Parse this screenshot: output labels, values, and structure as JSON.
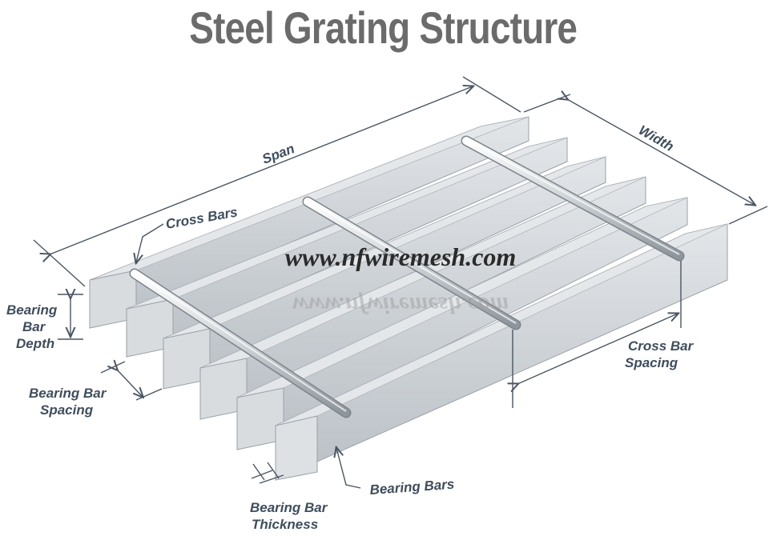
{
  "title": "Steel Grating Structure",
  "labels": {
    "span": "Span",
    "width": "Width",
    "cross_bars": "Cross Bars",
    "bearing_bar_depth_1": "Bearing",
    "bearing_bar_depth_2": "Bar",
    "bearing_bar_depth_3": "Depth",
    "bearing_bar_spacing_1": "Bearing Bar",
    "bearing_bar_spacing_2": "Spacing",
    "cross_bar_spacing_1": "Cross Bar",
    "cross_bar_spacing_2": "Spacing",
    "bearing_bars": "Bearing Bars",
    "bearing_bar_thickness_1": "Bearing Bar",
    "bearing_bar_thickness_2": "Thickness"
  },
  "watermark": "www.nfwiremesh.com",
  "colors": {
    "title": "#6b6b6b",
    "label": "#3f4d5c",
    "steel_light": "#eef0f2",
    "steel_mid": "#c9ced3",
    "steel_dark": "#8e959c"
  }
}
